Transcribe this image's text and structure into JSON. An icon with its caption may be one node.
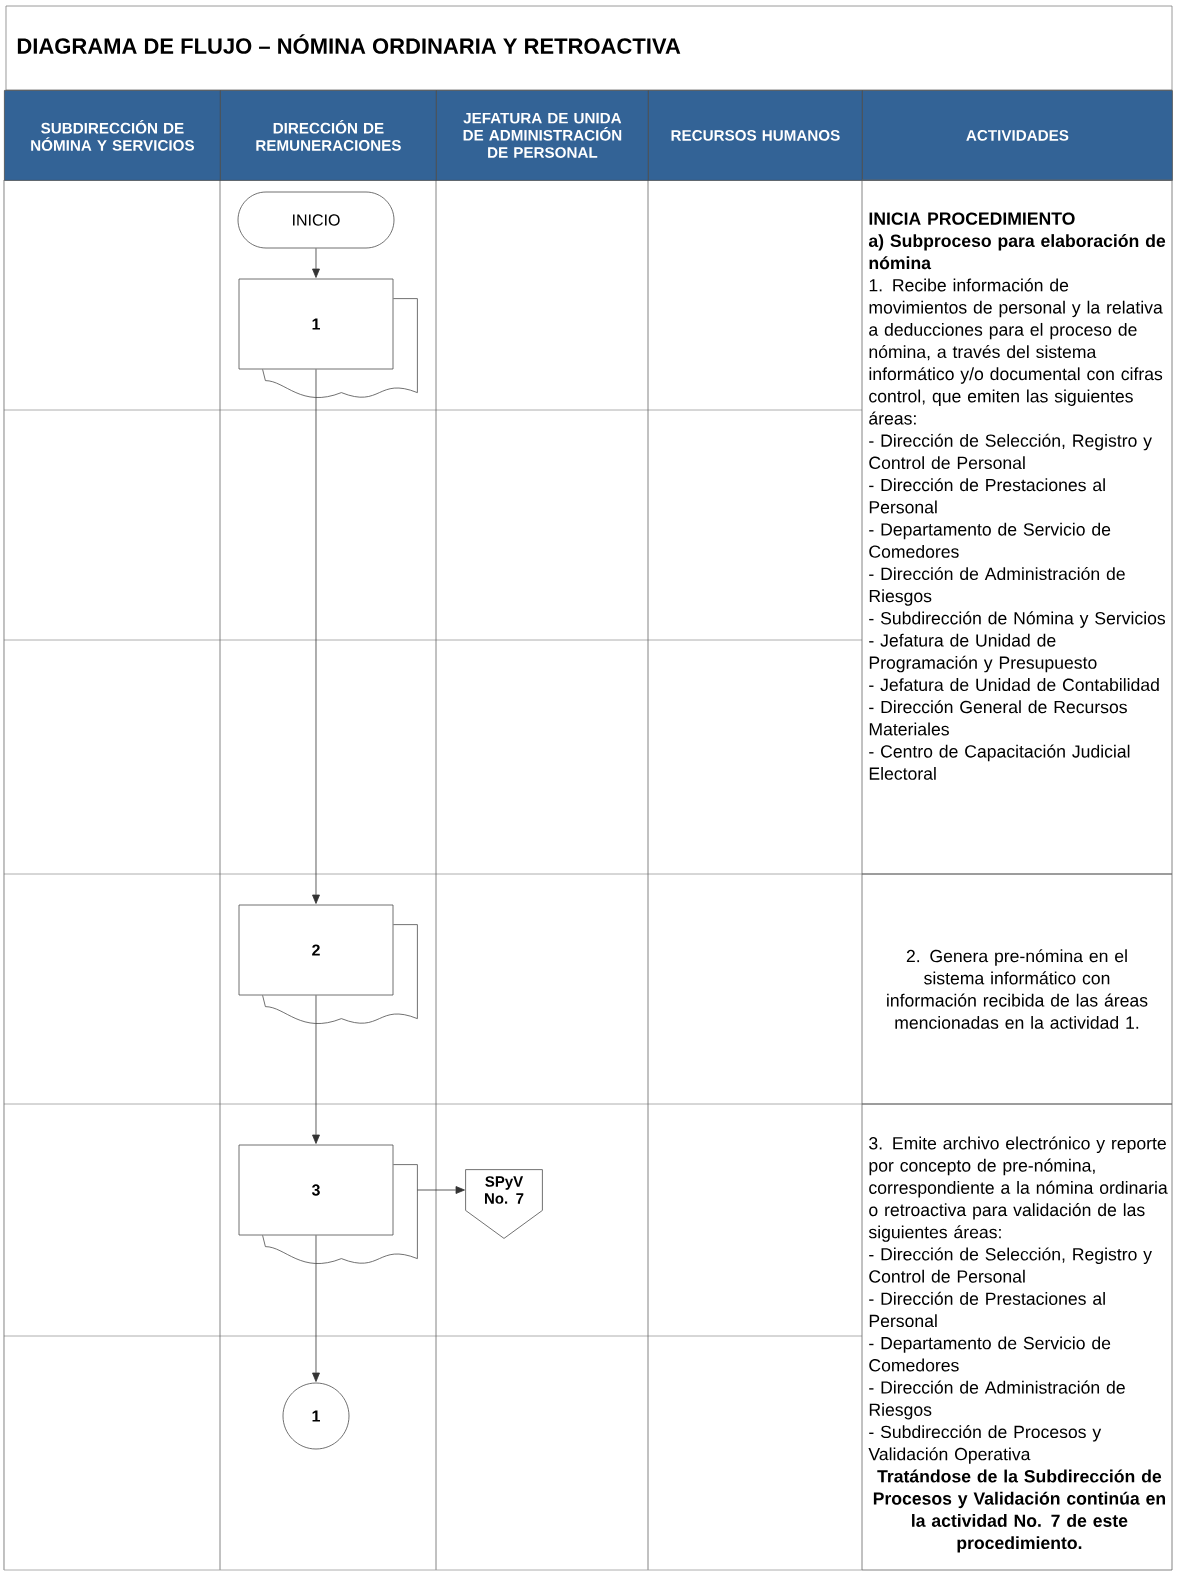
{
  "diagram": {
    "title": "DIAGRAMA DE FLUJO – NÓMINA ORDINARIA Y RETROACTIVA",
    "nodes": [
      {
        "text": [
          "INICIO"
        ]
      },
      {
        "text": [
          "1"
        ]
      },
      {
        "text": [
          "2"
        ]
      },
      {
        "text": [
          "3"
        ]
      },
      {
        "text": [
          "SPyV No. 7"
        ]
      },
      {
        "text": [
          "1"
        ]
      }
    ],
    "edges": [
      {
        "from": 0,
        "to": 1,
        "arrow": "to"
      },
      {
        "from": 1,
        "to": 2,
        "arrow": "to"
      },
      {
        "from": 2,
        "to": 3,
        "arrow": "to"
      },
      {
        "from": 3,
        "to": 4,
        "arrow": "to"
      },
      {
        "from": 3,
        "to": 5,
        "arrow": "to"
      }
    ],
    "labels": [
      "SUBDIRECCIÓN DE NÓMINA Y SERVICIOS",
      "DIRECCIÓN DE REMUNERACIONES",
      "JEFATURA DE UNIDA DE ADMINISTRACIÓN DE PERSONAL",
      "RECURSOS HUMANOS",
      "ACTIVIDADES",
      "INICIA PROCEDIMIENTO",
      "a) Subproceso para elaboración de nómina",
      "1. Recibe información de movimientos de personal y la relativa a deducciones para el proceso de nómina, a través del sistema informático y/o documental con cifras control, que emiten las siguientes áreas:",
      "- Dirección de Selección, Registro y Control de Personal",
      "- Dirección de Prestaciones al Personal",
      "- Departamento de Servicio de Comedores",
      "- Dirección de Administración de Riesgos",
      "- Subdirección de Nómina y Servicios",
      "- Jefatura de Unidad de Programación y Presupuesto",
      "- Jefatura de Unidad de Contabilidad",
      "- Dirección General de Recursos Materiales",
      "- Centro de Capacitación Judicial Electoral",
      "2. Genera pre-nómina en el sistema informático con información recibida de las áreas mencionadas en la actividad 1.",
      "3. Emite archivo electrónico y reporte por concepto de pre-nómina, correspondiente a la nómina ordinaria o retroactiva para validación de las siguientes áreas:",
      "- Dirección de Selección, Registro y Control de Personal",
      "- Dirección de Prestaciones al Personal",
      "- Departamento de Servicio de Comedores",
      "- Dirección de Administración de Riesgos",
      "- Subdirección de Procesos y Validación Operativa",
      "Tratándose de la Subdirección de Procesos y Validación continúa en la actividad No. 7 de este procedimiento."
    ]
  }
}
